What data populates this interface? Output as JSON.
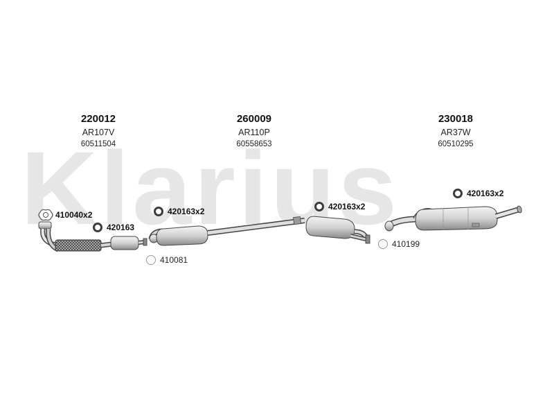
{
  "watermark": {
    "text": "Klarius"
  },
  "assemblies": [
    {
      "code": "220012",
      "ref": "AR107V",
      "oe": "60511504"
    },
    {
      "code": "260009",
      "ref": "AR110P",
      "oe": "60558653"
    },
    {
      "code": "230018",
      "ref": "AR37W",
      "oe": "60510295"
    }
  ],
  "fittings": [
    {
      "label": "410040x2",
      "style": "gasket"
    },
    {
      "label": "420163",
      "style": "dark"
    },
    {
      "label": "410081",
      "style": "light"
    },
    {
      "label": "420163x2",
      "style": "dark"
    },
    {
      "label": "420163x2",
      "style": "dark"
    },
    {
      "label": "410199",
      "style": "light"
    },
    {
      "label": "420163x2",
      "style": "dark"
    }
  ]
}
